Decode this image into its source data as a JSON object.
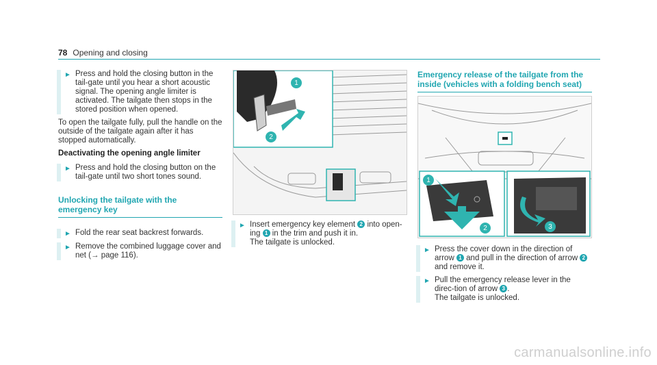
{
  "header": {
    "page_number": "78",
    "title": "Opening and closing"
  },
  "col1": {
    "step1": "Press and hold the closing button in the tail-gate until you hear a short acoustic signal. The opening angle limiter is activated. The tailgate then stops in the stored position when opened.",
    "para1": "To open the tailgate fully, pull the handle on the outside of the tailgate again after it has stopped automatically.",
    "subheading": "Deactivating the opening angle limiter",
    "step2": "Press and hold the closing button on the tail-gate until two short tones sound.",
    "section_heading": "Unlocking the tailgate with the emergency key",
    "step3": "Fold the rear seat backrest forwards.",
    "step4": "Remove the combined luggage cover and net (→ page 116)."
  },
  "col2": {
    "step1_a": "Insert emergency key element ",
    "step1_b": " into open-ing ",
    "step1_c": " in the trim and push it in.",
    "result": "The tailgate is unlocked."
  },
  "col3": {
    "section_heading": "Emergency release of the tailgate from the inside (vehicles with a folding bench seat)",
    "step1_a": "Press the cover down in the direction of arrow ",
    "step1_b": " and pull in the direction of arrow ",
    "step1_c": " and remove it.",
    "step2_a": "Pull the emergency release lever in the direc-tion of arrow ",
    "step2_b": ".",
    "result": "The tailgate is unlocked."
  },
  "callouts": {
    "one": "1",
    "two": "2",
    "three": "3"
  },
  "watermark": "carmanualsonline.info",
  "colors": {
    "accent": "#21a6b1",
    "step_bar": "#ddf0f2",
    "callout_green": "#2fb4b0"
  },
  "icons": [
    "step-arrow-icon",
    "callout-badge-icon"
  ]
}
